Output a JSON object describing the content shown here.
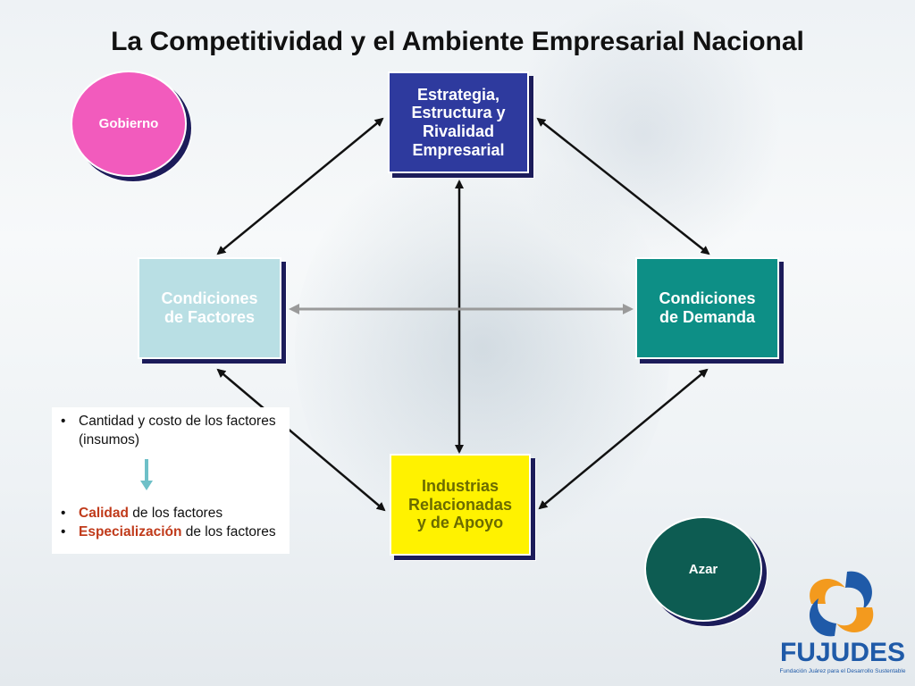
{
  "title": "La Competitividad y el Ambiente Empresarial Nacional",
  "nodes": {
    "strategy": "Estrategia,\nEstructura y\nRivalidad\nEmpresarial",
    "factors": "Condiciones\nde Factores",
    "demand": "Condiciones\nde Demanda",
    "industries": "Industrias\nRelacionadas\ny de Apoyo",
    "government": "Gobierno",
    "chance": "Azar"
  },
  "notes": {
    "item1": "Cantidad y costo de los factores (insumos)",
    "item2_highlight": "Calidad",
    "item2_rest": " de los factores",
    "item3_highlight": "Especialización",
    "item3_rest": " de los factores"
  },
  "logo": {
    "name": "FUJUDES",
    "tagline": "Fundación Juárez para el Desarrollo Sustentable"
  },
  "colors": {
    "strategy": "#2e3a9e",
    "factors": "#b9dfe4",
    "demand": "#0d8f86",
    "industries": "#fff200",
    "government": "#f25bbd",
    "chance": "#0d5c52",
    "accent_red": "#c03a1a",
    "logo_blue": "#1f5aa8",
    "logo_orange": "#f39a1e"
  }
}
